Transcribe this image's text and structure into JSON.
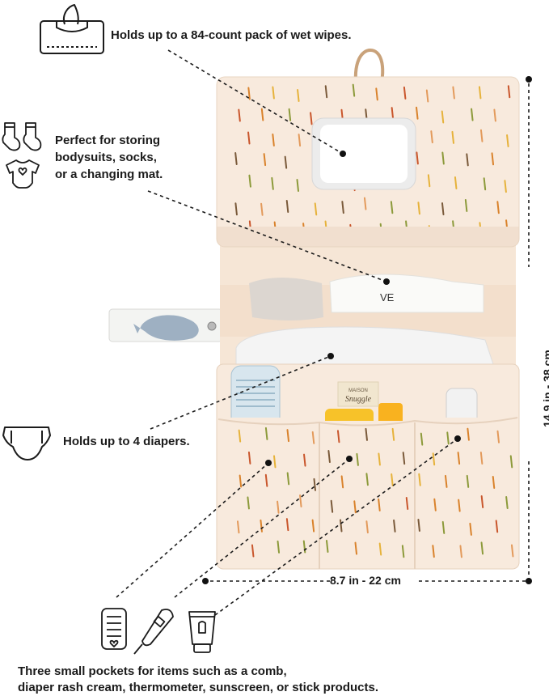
{
  "callouts": {
    "wipes": "Holds up to a 84-count pack of wet wipes.",
    "storing": [
      "Perfect for storing",
      "bodysuits, socks,",
      "or a changing mat."
    ],
    "diapers": "Holds up to 4 diapers.",
    "pockets": [
      "Three small pockets for items such as a comb,",
      "diaper rash cream, thermometer, sunscreen, or stick products."
    ]
  },
  "dimensions": {
    "width": "8.7 in - 22 cm",
    "height": "14.9 in - 38 cm"
  },
  "product": {
    "tag_line1": "MAISON",
    "tag_line2": "Snuggle",
    "bodysuit_print": "VE"
  },
  "icons": [
    "wet-wipes-pack-icon",
    "socks-icon",
    "bodysuit-icon",
    "diaper-icon",
    "comb-icon",
    "thermometer-icon",
    "cream-tube-icon"
  ],
  "colors": {
    "fabric": "#f8eadd",
    "fabric_shadow": "#efdccb",
    "dash_palette": [
      "#d9822b",
      "#c9562c",
      "#8c9a3a",
      "#e6b23a",
      "#7a5a3a",
      "#e39a5b"
    ],
    "text": "#1b1b1b"
  }
}
